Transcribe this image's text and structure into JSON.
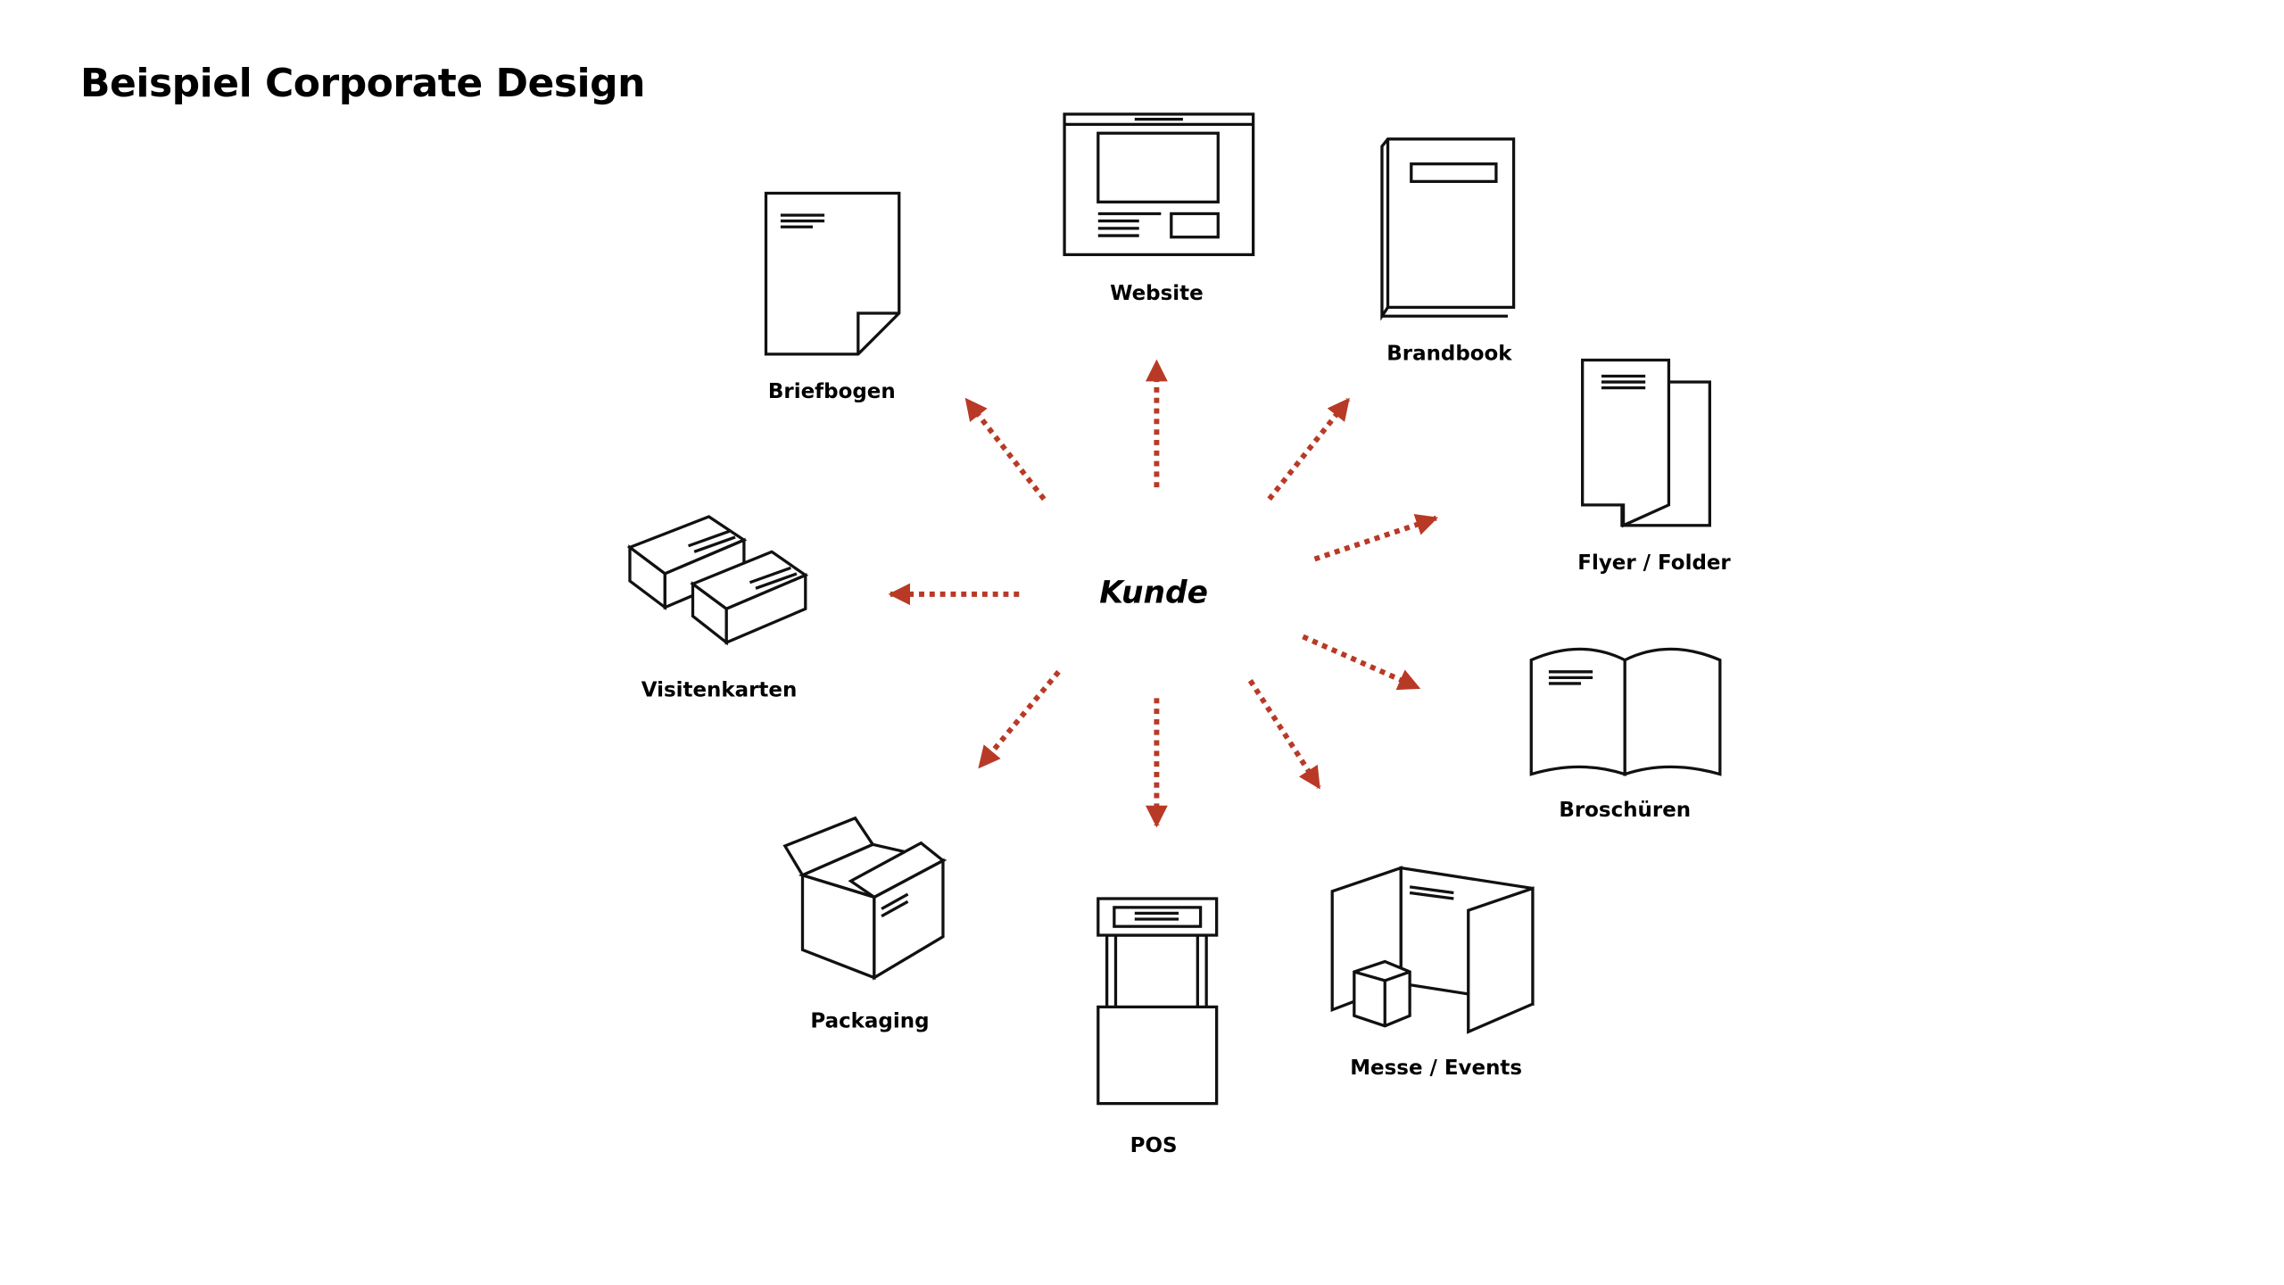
{
  "title": "Beispiel Corporate Design",
  "center": "Kunde",
  "accent_color": "#b83a26",
  "items": [
    {
      "label": "Website",
      "icon": "website-icon"
    },
    {
      "label": "Brandbook",
      "icon": "book-icon"
    },
    {
      "label": "Flyer / Folder",
      "icon": "flyer-icon"
    },
    {
      "label": "Broschüren",
      "icon": "brochure-icon"
    },
    {
      "label": "Messe / Events",
      "icon": "booth-icon"
    },
    {
      "label": "POS",
      "icon": "pos-display-icon"
    },
    {
      "label": "Packaging",
      "icon": "box-icon"
    },
    {
      "label": "Visitenkarten",
      "icon": "business-cards-icon"
    },
    {
      "label": "Briefbogen",
      "icon": "letterhead-icon"
    }
  ]
}
